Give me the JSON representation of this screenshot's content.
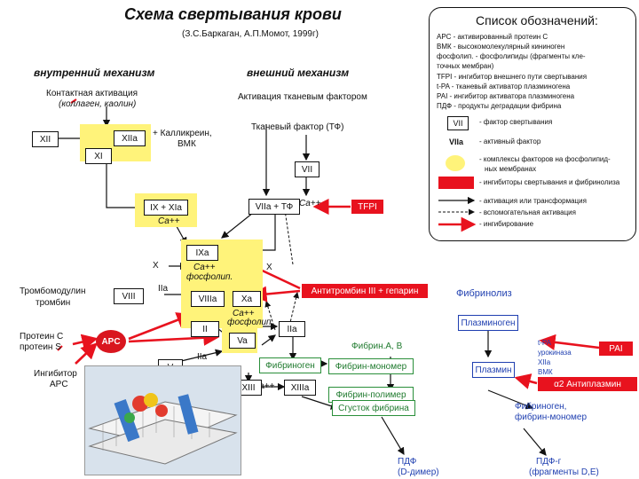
{
  "title": "Схема свертывания крови",
  "subtitle": "(З.С.Баркаган, А.П.Момот, 1999г)",
  "intrinsic": {
    "heading": "внутренний механизм",
    "activation": "Контактная активация",
    "activators": "(коллаген, каолин)"
  },
  "extrinsic": {
    "heading": "внешний механизм",
    "activation": "Активация тканевым фактором",
    "tissue_factor": "Тканевый фактор (ТФ)"
  },
  "factors": {
    "xii": "XII",
    "xiia": "XIIa",
    "xi": "XI",
    "kallikrein": "+ Калликреин,",
    "vmk": "ВМК",
    "vii": "VII",
    "viia": "VIIa + ТФ",
    "ca1": "Ca++",
    "ix_xia": "IX + XIa",
    "ca2": "Ca++",
    "ixa": "IXa",
    "ca3": "Ca++",
    "phospholipid1": "фосфолип.",
    "x": "X",
    "x_right": "X",
    "iia": "IIa",
    "viii": "VIII",
    "viiia": "VIIIa",
    "xa": "Xa",
    "ca4": "Ca++",
    "phospholipid2": "фосфолип.",
    "ii": "II",
    "iia2": "IIa",
    "va": "Va",
    "v": "V",
    "iia3": "IIa",
    "fibrinogen": "Фибриноген",
    "fibrin_monomer": "Фибрин-мономер",
    "fibrin_polymer": "Фибрин-полимер",
    "fibrinopeptides": "Фибрин.А, В",
    "ca5": "Ca++",
    "xiii": "XIII",
    "xiiia": "XIIIa",
    "clot": "Сгусток фибрина",
    "pdf1": "ПДФ",
    "pdf1_note": "(D-димер)"
  },
  "inhibitors": {
    "tfpi": "TFPI",
    "antithrombin": "Антитромбин III + гепарин",
    "thrombomodulin": "Тромбомодулин",
    "thrombin": "тромбин",
    "protein_cs": "Протеин С",
    "protein_cs2": "протеин S",
    "apc": "APC",
    "apc_inhibitor": "Ингибитор",
    "apc_inhibitor2": "APC"
  },
  "fibrinolysis": {
    "heading": "Фибринолиз",
    "plasminogen": "Плазминоген",
    "activators": [
      "t-PA",
      "урокиназа",
      "XIIa",
      "ВМК"
    ],
    "pai": "PAI",
    "plasmin": "Плазмин",
    "antiplasmin": "α2 Антиплазмин",
    "fibrinogen_fibrin": "Фибриноген,",
    "fibrinogen_fibrin2": "фибрин-мономер",
    "pdf2": "ПДФ-г",
    "pdf2_note": "(фрагменты D,Е)"
  },
  "legend": {
    "title": "Список обозначений:",
    "items": [
      "APC    - активированный протеин С",
      "ВМК    - высокомолекулярный кининоген",
      "фосфолип. - фосфолипиды (фрагменты кле-",
      "             точных мембран)",
      "TFPI   - ингибитор внешнего пути свертывания",
      "t-PA   - тканевый активатор плазминогена",
      "PAI    - ингибитор активатора плазминогена",
      "ПДФ    - продукты деградации фибрина"
    ],
    "vii_label": "VII",
    "vii_desc": "- фактор свертывания",
    "viia_label": "VIIa",
    "viia_desc": "- активный фактор",
    "yellow_desc1": "- комплексы факторов на фосфолипид-",
    "yellow_desc2": "ных мембранах",
    "red_desc": "- ингибиторы свертывания и фибринолиза",
    "arrow1": "- активация или трансформация",
    "arrow2": "- вспомогательная активация",
    "arrow3": "- ингибирование"
  },
  "colors": {
    "red": "#e8121e",
    "yellow": "#fff37a",
    "green": "#1f7a2e",
    "blue": "#1f3fb0"
  }
}
